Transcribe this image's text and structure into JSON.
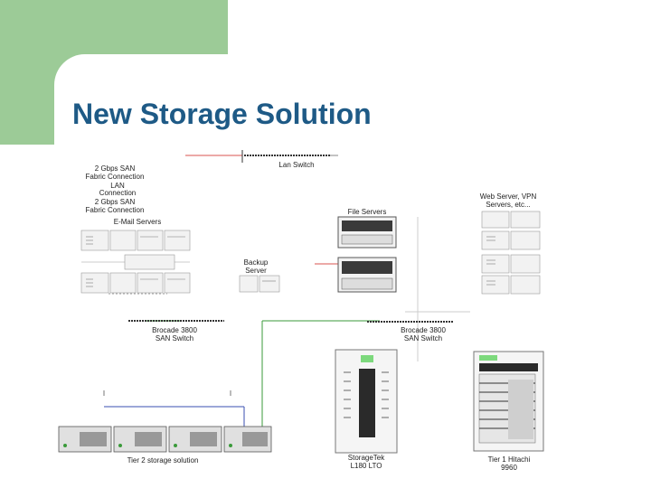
{
  "slide": {
    "title": "New Storage Solution"
  },
  "labels": {
    "lan_switch": "Lan Switch",
    "san_fabric_1": [
      "2 Gbps SAN",
      "Fabric Connection"
    ],
    "lan_connection": [
      "LAN",
      "Connection"
    ],
    "san_fabric_2": [
      "2 Gbps SAN",
      "Fabric Connection"
    ],
    "email_servers": "E-Mail Servers",
    "file_servers": "File Servers",
    "web_servers": [
      "Web Server, VPN",
      "Servers, etc..."
    ],
    "backup_server": [
      "Backup",
      "Server"
    ],
    "brocade_left": [
      "Brocade 3800",
      "SAN Switch"
    ],
    "brocade_right": [
      "Brocade 3800",
      "SAN Switch"
    ],
    "tier2": "Tier 2 storage solution",
    "storagetek": [
      "StorageTek",
      "L180 LTO"
    ],
    "tier1": [
      "Tier 1 Hitachi",
      "9960"
    ]
  },
  "colors": {
    "accent_green": "#9ccb97",
    "title_blue": "#1e5a86",
    "lan_red": "#d9534f",
    "san_green": "#3a9a3a",
    "san_blue": "#3a4fb0"
  }
}
